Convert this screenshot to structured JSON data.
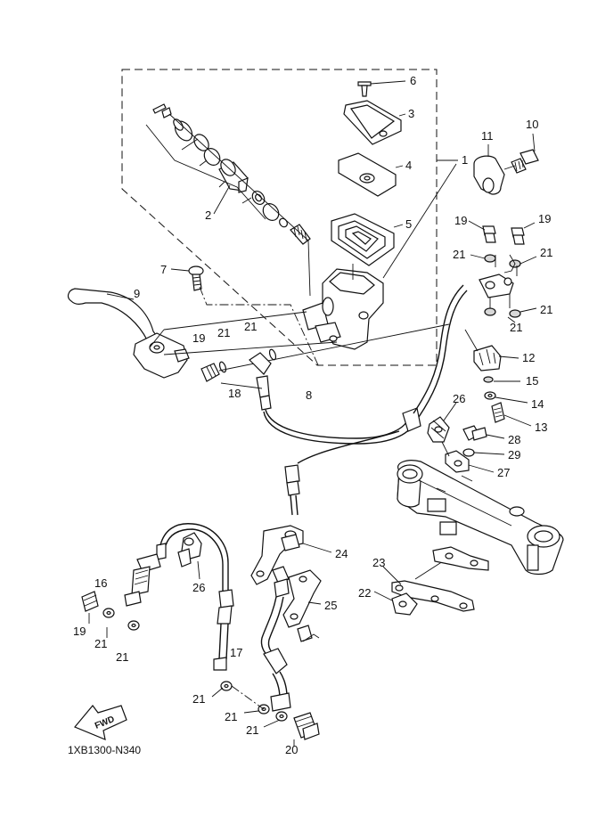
{
  "diagram_code": "1XB1300-N340",
  "fwd_label": "FWD",
  "callouts": {
    "c1": "1",
    "c2": "2",
    "c3": "3",
    "c4": "4",
    "c5": "5",
    "c6": "6",
    "c7": "7",
    "c8": "8",
    "c9": "9",
    "c10": "10",
    "c11": "11",
    "c12": "12",
    "c13": "13",
    "c14": "14",
    "c15": "15",
    "c16": "16",
    "c17": "17",
    "c18": "18",
    "c19a": "19",
    "c19b": "19",
    "c19c": "19",
    "c19d": "19",
    "c20": "20",
    "c21a": "21",
    "c21b": "21",
    "c21c": "21",
    "c21d": "21",
    "c21e": "21",
    "c21f": "21",
    "c21g": "21",
    "c21h": "21",
    "c21i": "21",
    "c21j": "21",
    "c21k": "21",
    "c22": "22",
    "c23": "23",
    "c24": "24",
    "c25": "25",
    "c26a": "26",
    "c26b": "26",
    "c27": "27",
    "c28": "28",
    "c29": "29"
  }
}
